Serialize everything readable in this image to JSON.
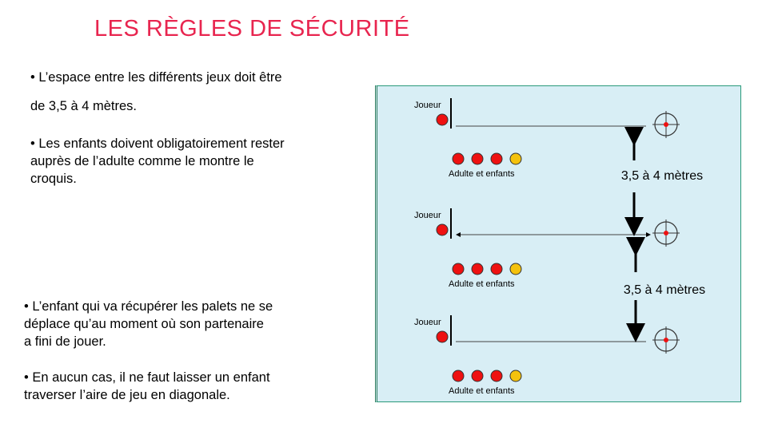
{
  "title": "LES RÈGLES DE SÉCURITÉ",
  "bullets": {
    "b1_line1": "• L’espace entre les différents jeux doit être",
    "b1_line2": "de 3,5 à 4 mètres.",
    "b2_line1": "• Les enfants doivent obligatoirement rester",
    "b2_line2": "auprès de l’adulte comme le montre le",
    "b2_line3": "croquis.",
    "b3_line1": "• L’enfant qui va récupérer les palets ne se",
    "b3_line2": "déplace qu’au moment où son  partenaire",
    "b3_line3": "a fini de jouer.",
    "b4_line1": "• En aucun cas, il ne faut laisser un enfant",
    "b4_line2": "traverser l’aire de jeu en diagonale."
  },
  "diagram": {
    "player_label": "Joueur",
    "group_label": "Adulte et enfants",
    "distance_label": "3,5 à 4 mètres",
    "colors": {
      "adult_child": "#ee1111",
      "child_yellow": "#f4c20d",
      "target_center": "#ee1111"
    }
  }
}
